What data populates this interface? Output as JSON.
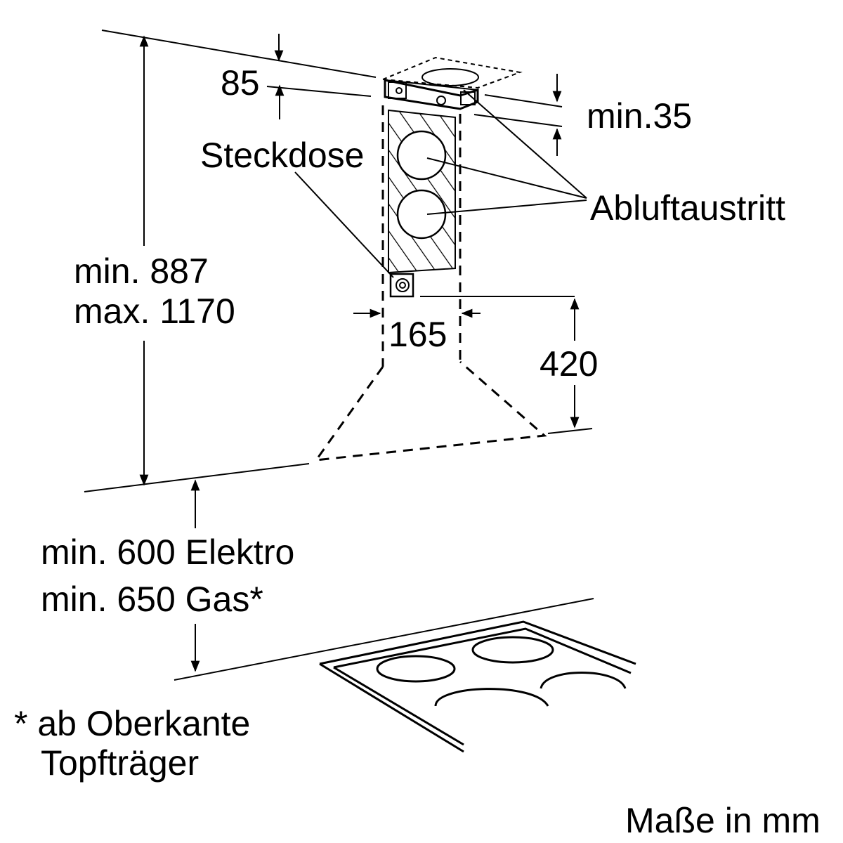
{
  "labels": {
    "dim_85": "85",
    "dim_min35": "min.35",
    "socket": "Steckdose",
    "exhaust_outlet": "Abluftaustritt",
    "height_min": "min. 887",
    "height_max": "max. 1170",
    "dim_165": "165",
    "dim_420": "420",
    "clearance_electric": "min. 600 Elektro",
    "clearance_gas": "min. 650 Gas*",
    "footnote_line1": "* ab Oberkante",
    "footnote_line2": "Topfträger",
    "units_note": "Maße in mm"
  },
  "colors": {
    "line": "#000000",
    "background": "#ffffff"
  }
}
